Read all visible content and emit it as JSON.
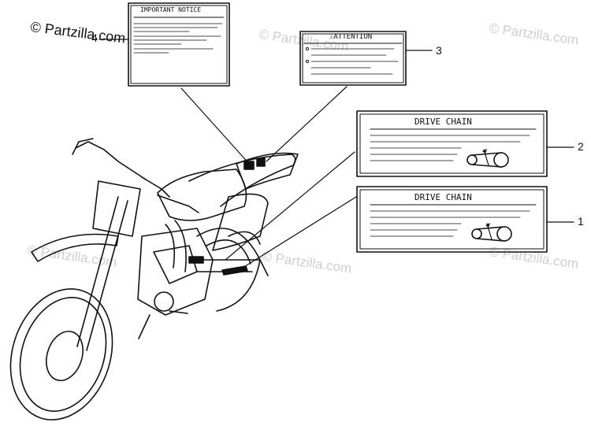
{
  "watermarks": {
    "main": "© Partzilla.com",
    "faint": "© Partzilla.com"
  },
  "labels": {
    "important_notice": {
      "title": "IMPORTANT NOTICE",
      "callout": "4"
    },
    "attention": {
      "title": "ATTENTION",
      "callout": "3"
    },
    "drive_chain_upper": {
      "title": "DRIVE CHAIN",
      "callout": "2"
    },
    "drive_chain_lower": {
      "title": "DRIVE CHAIN",
      "callout": "1"
    }
  },
  "colors": {
    "ink": "#111111",
    "watermark": "#cfcfcf",
    "background": "#ffffff"
  }
}
